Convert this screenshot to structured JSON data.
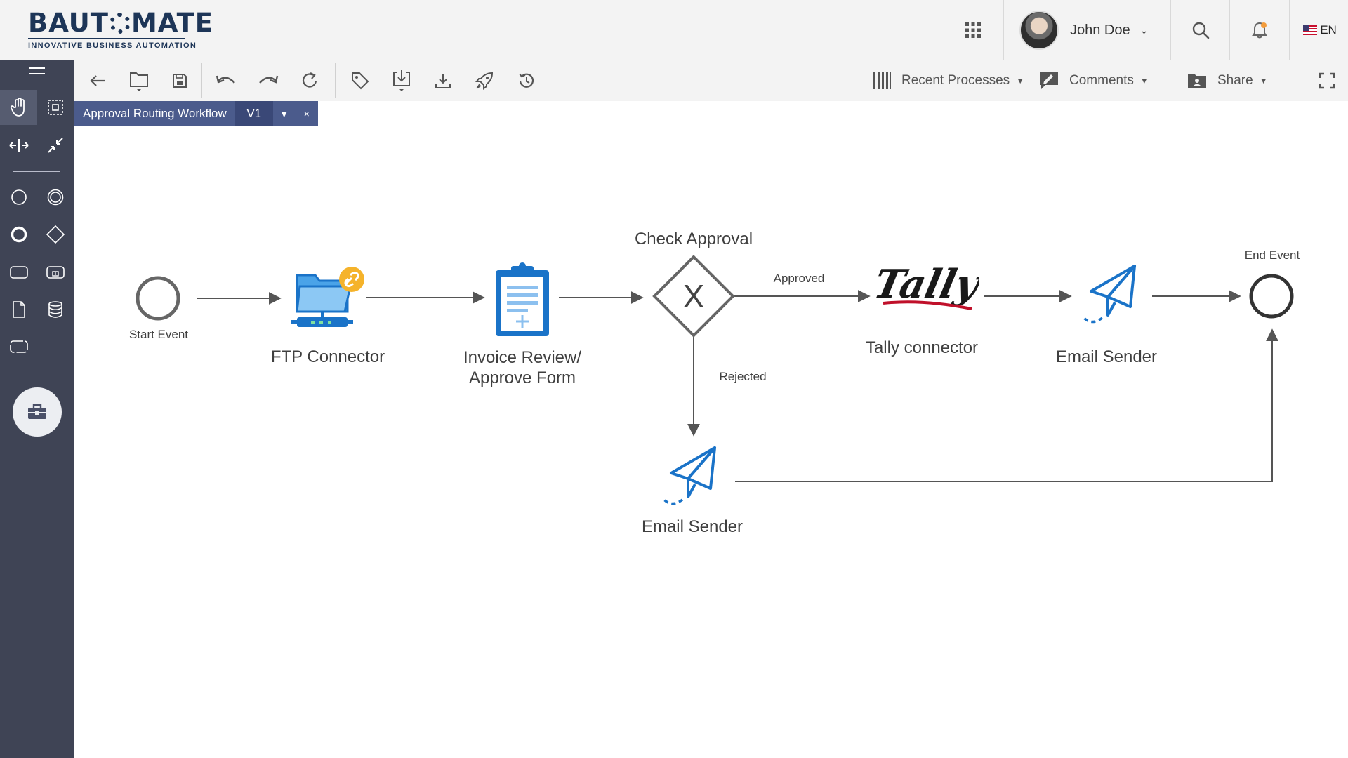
{
  "app": {
    "logo_main_left": "BAUT",
    "logo_main_right": "MATE",
    "logo_sub": "INNOVATIVE BUSINESS AUTOMATION"
  },
  "header": {
    "user_name": "John Doe",
    "language": "EN"
  },
  "toolbar": {
    "recent_processes": "Recent Processes",
    "comments": "Comments",
    "share": "Share"
  },
  "tab": {
    "name": "Approval Routing Workflow",
    "version": "V1",
    "close": "×"
  },
  "diagram": {
    "start_event": "Start Event",
    "ftp_connector": "FTP Connector",
    "invoice_line1": "Invoice Review/",
    "invoice_line2": "Approve Form",
    "check_approval": "Check Approval",
    "gateway_mark": "X",
    "approved": "Approved",
    "rejected": "Rejected",
    "tally_logo": "Tally",
    "tally_connector": "Tally connector",
    "email_sender_top": "Email Sender",
    "email_sender_bottom": "Email Sender",
    "end_event": "End Event"
  },
  "colors": {
    "sidebar": "#3f4455",
    "tab": "#4b5b8c",
    "icon_blue": "#1a73c8",
    "tally_red": "#c0102a"
  }
}
